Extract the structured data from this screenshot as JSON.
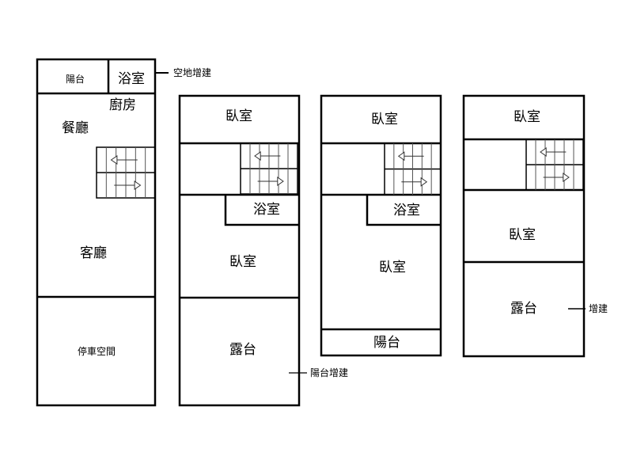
{
  "floors": [
    {
      "name": "floor-1",
      "rooms": {
        "balcony": "陽台",
        "bathroom": "浴室",
        "kitchen": "廚房",
        "dining": "餐廳",
        "living": "客廳",
        "parking": "停車空間"
      },
      "annotation": "空地增建"
    },
    {
      "name": "floor-2",
      "rooms": {
        "bedroom_front": "臥室",
        "bathroom": "浴室",
        "bedroom_back": "臥室",
        "terrace": "露台"
      },
      "annotation": "陽台增建"
    },
    {
      "name": "floor-3",
      "rooms": {
        "bedroom_front": "臥室",
        "bathroom": "浴室",
        "bedroom_back": "臥室",
        "balcony": "陽台"
      }
    },
    {
      "name": "floor-4",
      "rooms": {
        "bedroom_front": "臥室",
        "bedroom_back": "臥室",
        "terrace": "露台"
      },
      "annotation": "增建"
    }
  ]
}
